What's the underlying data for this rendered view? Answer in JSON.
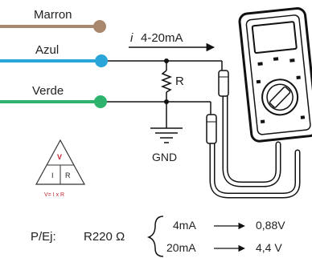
{
  "wires": [
    {
      "label": "Marron",
      "color": "#a9876d"
    },
    {
      "label": "Azul",
      "color": "#2aa5d9"
    },
    {
      "label": "Verde",
      "color": "#2db36b"
    }
  ],
  "current": {
    "symbol": "i",
    "range": "4-20mA"
  },
  "resistor_label": "R",
  "ground_label": "GND",
  "ohm_triangle": {
    "top": "V",
    "left": "I",
    "right": "R",
    "formula": "V= I x R"
  },
  "example": {
    "prefix": "P/Ej:",
    "resistor": "R220 Ω",
    "rows": [
      {
        "current": "4mA",
        "voltage": "0,88V"
      },
      {
        "current": "20mA",
        "voltage": "4,4 V"
      }
    ]
  },
  "colors": {
    "line": "#111111",
    "meter_body": "#ffffff",
    "accent_red": "#c0272d"
  }
}
